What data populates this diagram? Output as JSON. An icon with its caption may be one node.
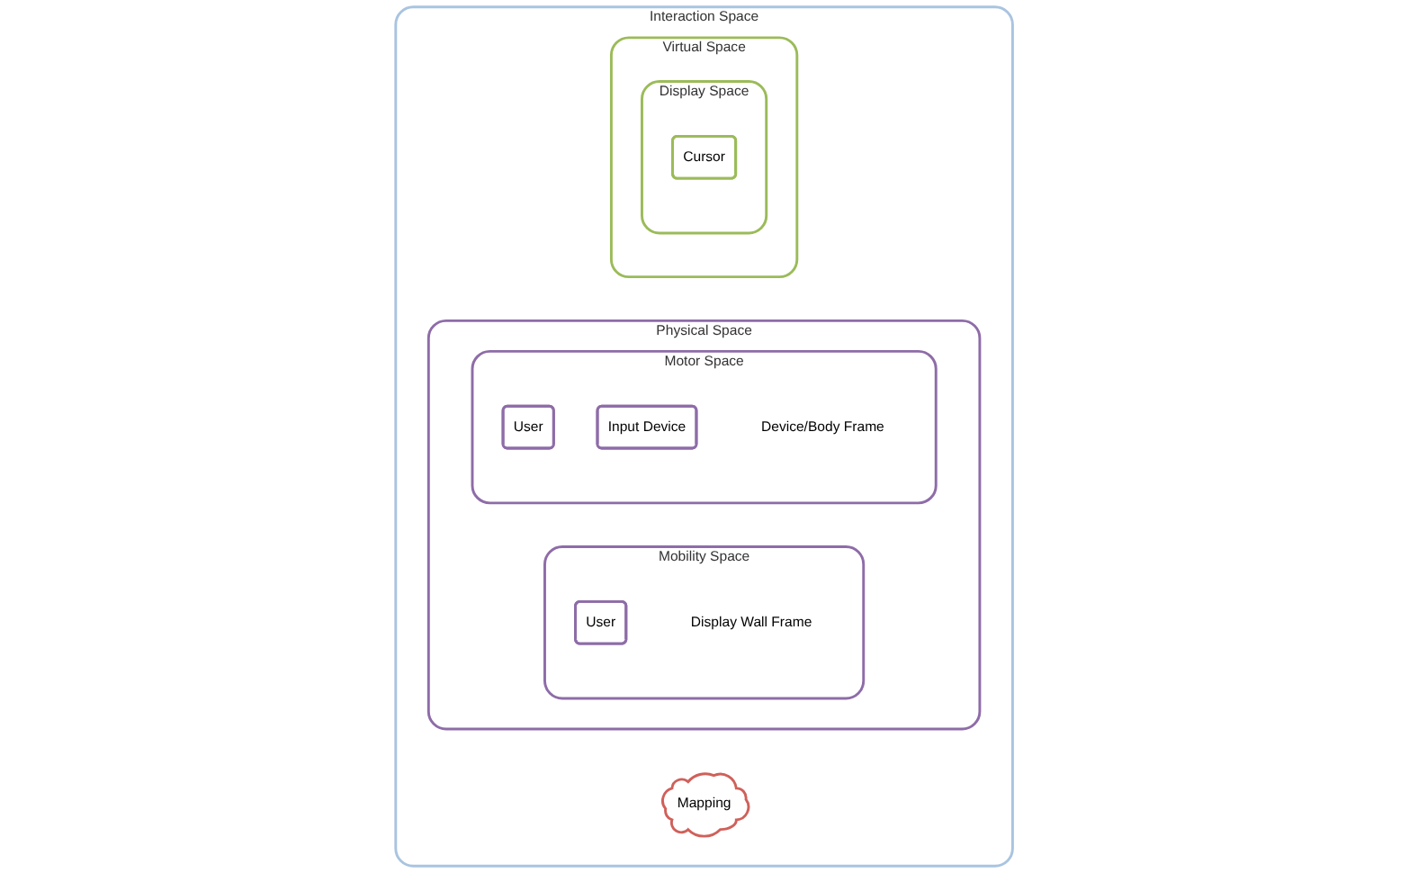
{
  "diagram": {
    "nodes": [
      {
        "text": [
          "Interaction Space"
        ]
      },
      {
        "text": [
          "Physical Space"
        ],
        "in": 0
      },
      {
        "text": [
          "Mobility Space"
        ],
        "in": 1,
        "beside": [
          "Display Wall Frame"
        ]
      },
      {
        "text": [
          "User"
        ],
        "in": 2
      },
      {
        "text": [
          "Motor Space"
        ],
        "in": 1,
        "beside": [
          "Device/Body Frame"
        ]
      },
      {
        "text": [
          "User"
        ],
        "in": 4
      },
      {
        "text": [
          "Input Device"
        ],
        "in": 4
      },
      {
        "text": [
          "Mapping"
        ],
        "in": 0
      },
      {
        "text": [
          "Virtual Space"
        ],
        "in": 0
      },
      {
        "text": [
          "Display Space"
        ],
        "in": 8
      },
      {
        "text": [
          "Cursor"
        ],
        "in": 9
      }
    ]
  }
}
